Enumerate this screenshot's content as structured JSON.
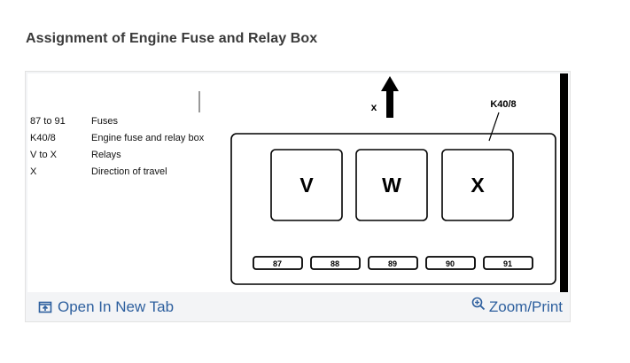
{
  "page": {
    "title": "Assignment of Engine Fuse and Relay Box"
  },
  "figure": {
    "legend": [
      {
        "key": "87 to 91",
        "value": "Fuses"
      },
      {
        "key": "K40/8",
        "value": "Engine fuse and relay box"
      },
      {
        "key": "V to X",
        "value": "Relays"
      },
      {
        "key": "X",
        "value": "Direction of travel"
      }
    ],
    "travel_marker": "x",
    "component_callout": "K40/8",
    "relays": [
      "V",
      "W",
      "X"
    ],
    "fuses": [
      "87",
      "88",
      "89",
      "90",
      "91"
    ]
  },
  "actions": {
    "open_new_tab_label": "Open In New Tab",
    "zoom_print_label": "Zoom/Print"
  },
  "icons": {
    "open_new_tab": "open-in-new-tab-icon",
    "zoom": "zoom-in-icon"
  },
  "colors": {
    "link": "#2d5f9e",
    "title": "#3a3a3a",
    "card_background": "#f3f4f6"
  }
}
